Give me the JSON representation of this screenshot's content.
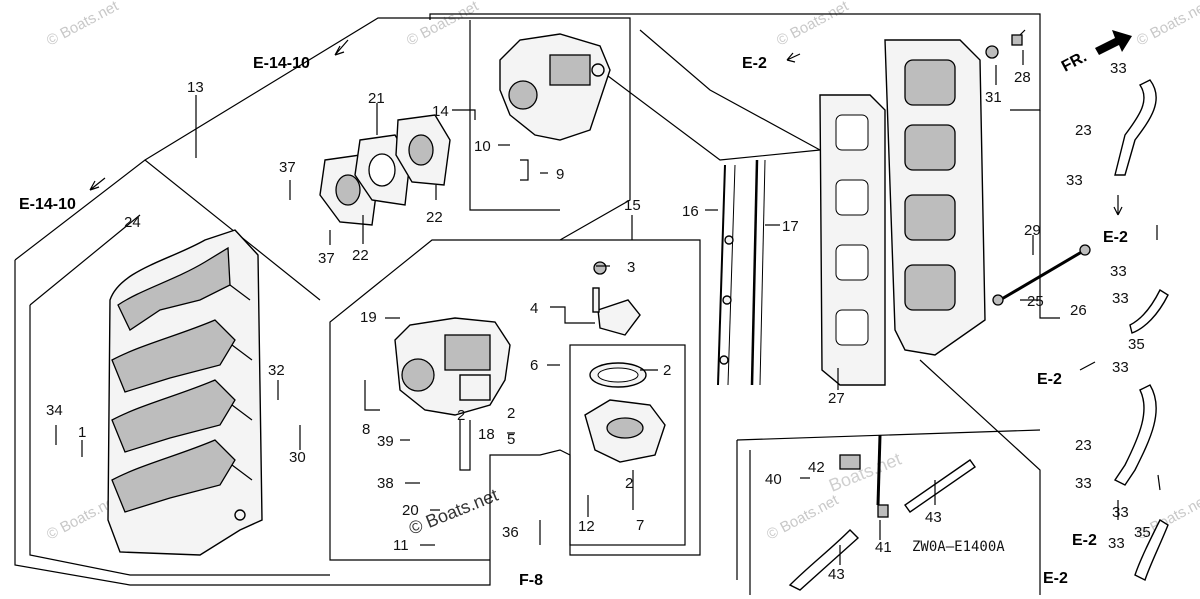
{
  "diagram": {
    "code": "ZW0A–E1400A",
    "watermark_text": "© Boats.net",
    "watermark_brand": "Boats.net"
  },
  "callouts": {
    "p1": "1",
    "p2a": "2",
    "p2b": "2",
    "p2c": "2",
    "p2d": "2",
    "p3": "3",
    "p4": "4",
    "p5": "5",
    "p6": "6",
    "p7": "7",
    "p8": "8",
    "p9": "9",
    "p10": "10",
    "p11": "11",
    "p12": "12",
    "p13": "13",
    "p14": "14",
    "p15": "15",
    "p16": "16",
    "p17": "17",
    "p18": "18",
    "p19": "19",
    "p20": "20",
    "p21": "21",
    "p22a": "22",
    "p22b": "22",
    "p23a": "23",
    "p23b": "23",
    "p24": "24",
    "p25": "25",
    "p26": "26",
    "p27": "27",
    "p28": "28",
    "p29": "29",
    "p30": "30",
    "p31": "31",
    "p32": "32",
    "p33a": "33",
    "p33b": "33",
    "p33c": "33",
    "p33d": "33",
    "p33e": "33",
    "p33f": "33",
    "p33g": "33",
    "p33h": "33",
    "p34": "34",
    "p35a": "35",
    "p35b": "35",
    "p36": "36",
    "p37a": "37",
    "p37b": "37",
    "p38": "38",
    "p39": "39",
    "p40": "40",
    "p41": "41",
    "p42": "42",
    "p43a": "43",
    "p43b": "43"
  },
  "references": {
    "e14_top": "E-14-10",
    "e14_left": "E-14-10",
    "e2_top": "E-2",
    "e2_r1": "E-2",
    "e2_r2": "E-2",
    "e2_r3": "E-2",
    "e2_r4": "E-2",
    "f8": "F-8",
    "front": "FR."
  }
}
